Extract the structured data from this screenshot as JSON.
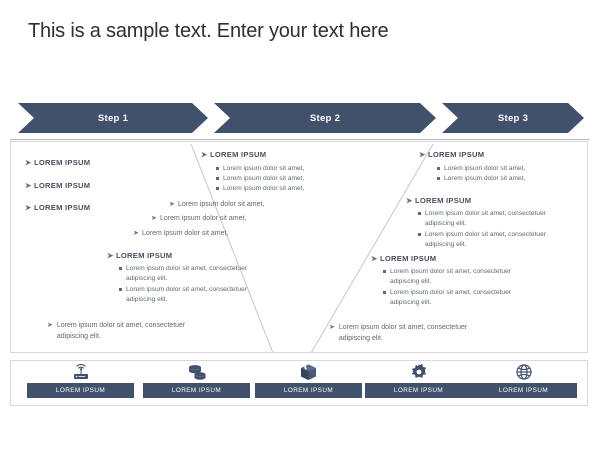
{
  "slide": {
    "title": "This is a sample text. Enter your text here",
    "accent_color": "#41506B",
    "text_color": "#5f6773",
    "border_color": "#d6d8dc"
  },
  "steps": [
    {
      "label": "Step 1"
    },
    {
      "label": "Step 2"
    },
    {
      "label": "Step 3"
    }
  ],
  "content": {
    "col1_items": [
      {
        "text": "LOREM IPSUM"
      },
      {
        "text": "LOREM IPSUM"
      },
      {
        "text": "LOREM IPSUM"
      }
    ],
    "stair_lines": [
      {
        "text": "Lorem ipsum dolor sit amet,"
      },
      {
        "text": "Lorem ipsum dolor sit amet,"
      },
      {
        "text": "Lorem ipsum dolor sit amet,"
      }
    ],
    "block_a": {
      "header": "LOREM IPSUM",
      "bullets": [
        "Lorem ipsum dolor sit amet,",
        "Lorem ipsum dolor sit amet,",
        "Lorem ipsum dolor sit amet,"
      ]
    },
    "block_b": {
      "header": "LOREM IPSUM",
      "bullets": [
        "Lorem ipsum dolor sit amet, consectetuer adipiscing elit.",
        "Lorem ipsum dolor sit amet, consectetuer adipiscing elit."
      ]
    },
    "block_c": {
      "header": "LOREM IPSUM",
      "bullets": [
        "Lorem ipsum dolor sit amet,",
        "Lorem ipsum dolor sit amet,"
      ]
    },
    "block_d": {
      "header": "LOREM IPSUM",
      "bullets": [
        "Lorem ipsum dolor sit amet, consectetuer adipiscing elit.",
        "Lorem ipsum dolor sit amet, consectetuer adipiscing elit."
      ]
    },
    "block_e": {
      "header": "LOREM IPSUM",
      "bullets": [
        "Lorem ipsum dolor sit amet, consectetuer adipiscing elit.",
        "Lorem ipsum dolor sit amet, consectetuer adipiscing elit."
      ]
    },
    "footnote_left": "Lorem ipsum dolor sit amet, consectetuer adipiscing elit.",
    "footnote_right": "Lorem ipsum dolor sit amet, consectetuer adipiscing elit."
  },
  "footer_items": [
    {
      "icon": "wifi-router-icon",
      "label": "LOREM IPSUM"
    },
    {
      "icon": "database-stack-icon",
      "label": "LOREM IPSUM"
    },
    {
      "icon": "package-box-icon",
      "label": "LOREM IPSUM"
    },
    {
      "icon": "gear-icon",
      "label": "LOREM IPSUM"
    },
    {
      "icon": "globe-icon",
      "label": "LOREM IPSUM"
    }
  ]
}
